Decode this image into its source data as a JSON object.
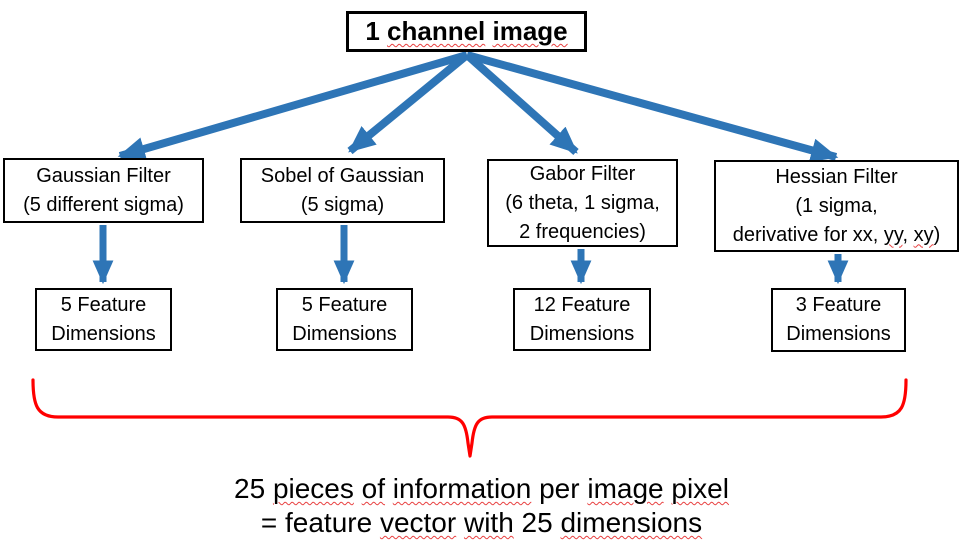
{
  "colors": {
    "arrow_blue": "#2E75B6",
    "brace_red": "#FF0000",
    "box_border": "#000000",
    "text": "#000000",
    "spellcheck_red": "#E84040",
    "background": "#FFFFFF"
  },
  "title_box": {
    "tokens": [
      {
        "t": "1 "
      },
      {
        "t": "channel",
        "sp": true
      },
      {
        "t": " "
      },
      {
        "t": "image",
        "sp": true
      }
    ]
  },
  "filter_boxes": [
    {
      "id": "gaussian",
      "lines": [
        [
          {
            "t": "Gaussian Filter"
          }
        ],
        [
          {
            "t": "(5 different sigma)"
          }
        ]
      ]
    },
    {
      "id": "sobel",
      "lines": [
        [
          {
            "t": "Sobel of Gaussian"
          }
        ],
        [
          {
            "t": "(5 sigma)"
          }
        ]
      ]
    },
    {
      "id": "gabor",
      "lines": [
        [
          {
            "t": "Gabor Filter"
          }
        ],
        [
          {
            "t": "(6 theta, 1 sigma,"
          }
        ],
        [
          {
            "t": "2 frequencies)"
          }
        ]
      ]
    },
    {
      "id": "hessian",
      "lines": [
        [
          {
            "t": "Hessian Filter"
          }
        ],
        [
          {
            "t": "(1 sigma,"
          }
        ],
        [
          {
            "t": "derivative for xx, "
          },
          {
            "t": "yy",
            "sp": true
          },
          {
            "t": ", "
          },
          {
            "t": "xy",
            "sp": true
          },
          {
            "t": ")"
          }
        ]
      ]
    }
  ],
  "feature_boxes": [
    {
      "lines": [
        [
          {
            "t": "5 Feature"
          }
        ],
        [
          {
            "t": "Dimensions"
          }
        ]
      ]
    },
    {
      "lines": [
        [
          {
            "t": "5 Feature"
          }
        ],
        [
          {
            "t": "Dimensions"
          }
        ]
      ]
    },
    {
      "lines": [
        [
          {
            "t": "12 Feature"
          }
        ],
        [
          {
            "t": "Dimensions"
          }
        ]
      ]
    },
    {
      "lines": [
        [
          {
            "t": "3 Feature"
          }
        ],
        [
          {
            "t": "Dimensions"
          }
        ]
      ]
    }
  ],
  "summary": {
    "line1": [
      {
        "t": "25 "
      },
      {
        "t": "pieces",
        "sp": true
      },
      {
        "t": " "
      },
      {
        "t": "of",
        "sp": true
      },
      {
        "t": " "
      },
      {
        "t": "information",
        "sp": true
      },
      {
        "t": " per "
      },
      {
        "t": "image",
        "sp": true
      },
      {
        "t": " "
      },
      {
        "t": "pixel",
        "sp": true
      }
    ],
    "line2": [
      {
        "t": "= feature "
      },
      {
        "t": "vector",
        "sp": true
      },
      {
        "t": " "
      },
      {
        "t": "with",
        "sp": true
      },
      {
        "t": " 25 "
      },
      {
        "t": "dimensions",
        "sp": true
      }
    ]
  }
}
